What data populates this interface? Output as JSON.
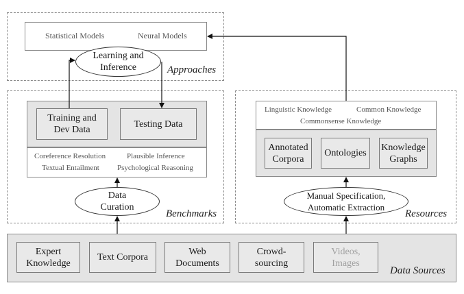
{
  "approaches": {
    "label": "Approaches",
    "models": [
      "Statistical Models",
      "Neural Models"
    ],
    "learning": [
      "Learning and",
      "Inference"
    ]
  },
  "benchmarks": {
    "label": "Benchmarks",
    "training": [
      "Training and",
      "Dev Data"
    ],
    "testing": "Testing Data",
    "tasks": [
      "Coreference Resolution",
      "Plausible Inference",
      "Textual Entailment",
      "Psychological Reasoning"
    ],
    "curation": [
      "Data",
      "Curation"
    ]
  },
  "resources": {
    "label": "Resources",
    "knowledge_types": [
      "Linguistic Knowledge",
      "Common Knowledge",
      "Commonsense Knowledge"
    ],
    "items": [
      [
        "Annotated",
        "Corpora"
      ],
      [
        "Ontologies"
      ],
      [
        "Knowledge",
        "Graphs"
      ]
    ],
    "extraction": [
      "Manual Specification,",
      "Automatic Extraction"
    ]
  },
  "data_sources": {
    "label": "Data Sources",
    "items": [
      [
        "Expert",
        "Knowledge"
      ],
      [
        "Text Corpora"
      ],
      [
        "Web",
        "Documents"
      ],
      [
        "Crowd-",
        "sourcing"
      ],
      [
        "Videos,",
        "Images"
      ]
    ]
  }
}
